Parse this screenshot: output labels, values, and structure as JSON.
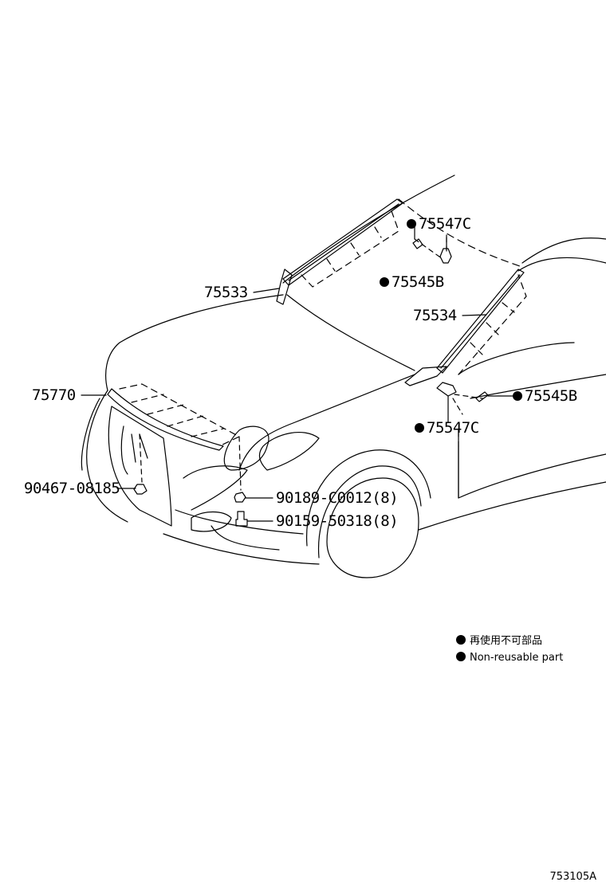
{
  "diagram_id": "753105A",
  "parts": {
    "p75547C_top": "75547C",
    "p75545B_top": "75545B",
    "p75533": "75533",
    "p75534": "75534",
    "p75770": "75770",
    "p75545B_right": "75545B",
    "p75547C_right": "75547C",
    "p90467": "90467-08185",
    "p90189": "90189-C0012(8)",
    "p90159": "90159-50318(8)"
  },
  "legend": {
    "line_jp": "再使用不可部品",
    "line_en": "Non-reusable part"
  },
  "colors": {
    "line": "#000000",
    "background": "#ffffff"
  }
}
